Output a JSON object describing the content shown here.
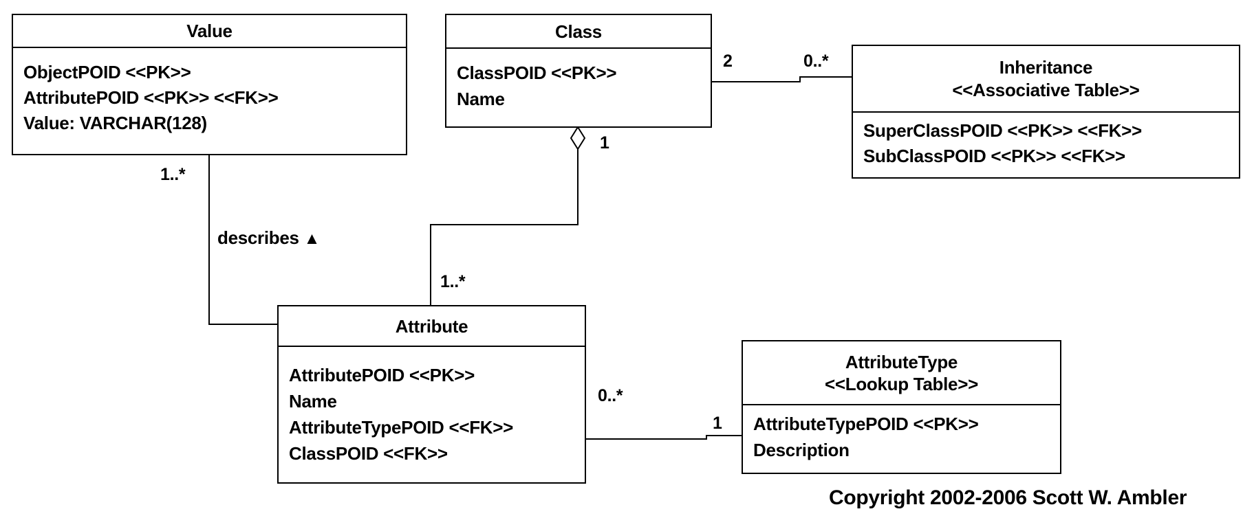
{
  "diagram": {
    "background_color": "#ffffff",
    "line_color": "#000000",
    "tables": [
      {
        "id": "value",
        "title_lines": [
          "Value"
        ],
        "attributes": [
          "ObjectPOID <<PK>>",
          "AttributePOID <<PK>> <<FK>>",
          "Value: VARCHAR(128)"
        ]
      },
      {
        "id": "class",
        "title_lines": [
          "Class"
        ],
        "attributes": [
          "ClassPOID <<PK>>",
          "Name"
        ]
      },
      {
        "id": "inheritance",
        "title_lines": [
          "Inheritance",
          "<<Associative Table>>"
        ],
        "attributes": [
          "SuperClassPOID <<PK>> <<FK>>",
          "SubClassPOID <<PK>> <<FK>>"
        ]
      },
      {
        "id": "attribute",
        "title_lines": [
          "Attribute"
        ],
        "attributes": [
          "AttributePOID <<PK>>",
          "Name",
          "AttributeTypePOID <<FK>>",
          "ClassPOID <<FK>>"
        ]
      },
      {
        "id": "attributetype",
        "title_lines": [
          "AttributeType",
          "<<Lookup Table>>"
        ],
        "attributes": [
          "AttributeTypePOID <<PK>>",
          "Description"
        ]
      }
    ],
    "labels": {
      "class_to_inheritance_near": "2",
      "class_to_inheritance_far": "0..*",
      "class_aggregation_multiplicity": "1",
      "attribute_to_class_multiplicity": "1..*",
      "value_multiplicity": "1..*",
      "describes_text": "describes",
      "describes_direction_icon": "▲",
      "attribute_to_type_multiplicity": "0..*",
      "type_multiplicity": "1"
    },
    "copyright": "Copyright 2002-2006 Scott W. Ambler"
  }
}
